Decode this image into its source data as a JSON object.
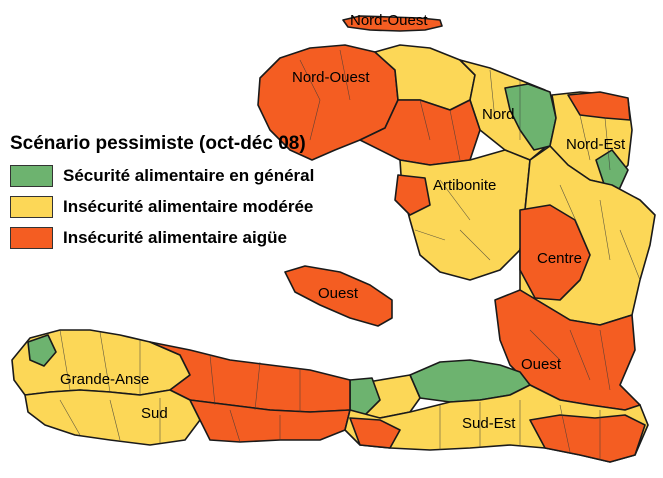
{
  "map": {
    "departments": [
      {
        "id": "nord-ouest-island",
        "label": "Nord-Ouest"
      },
      {
        "id": "nord-ouest",
        "label": "Nord-Ouest"
      },
      {
        "id": "nord",
        "label": "Nord"
      },
      {
        "id": "nord-est",
        "label": "Nord-Est"
      },
      {
        "id": "artibonite",
        "label": "Artibonite"
      },
      {
        "id": "centre",
        "label": "Centre"
      },
      {
        "id": "ouest-island",
        "label": "Ouest"
      },
      {
        "id": "ouest",
        "label": "Ouest"
      },
      {
        "id": "grande-anse",
        "label": "Grande-Anse"
      },
      {
        "id": "sud",
        "label": "Sud"
      },
      {
        "id": "sud-est",
        "label": "Sud-Est"
      }
    ]
  },
  "legend": {
    "title": "Scénario pessimiste (oct-déc 08)",
    "items": [
      {
        "label": "Sécurité alimentaire en général",
        "color": "#6db36f"
      },
      {
        "label": "Insécurité alimentaire modérée",
        "color": "#fcd757"
      },
      {
        "label": "Insécurité alimentaire aigüe",
        "color": "#f45d22"
      }
    ]
  }
}
